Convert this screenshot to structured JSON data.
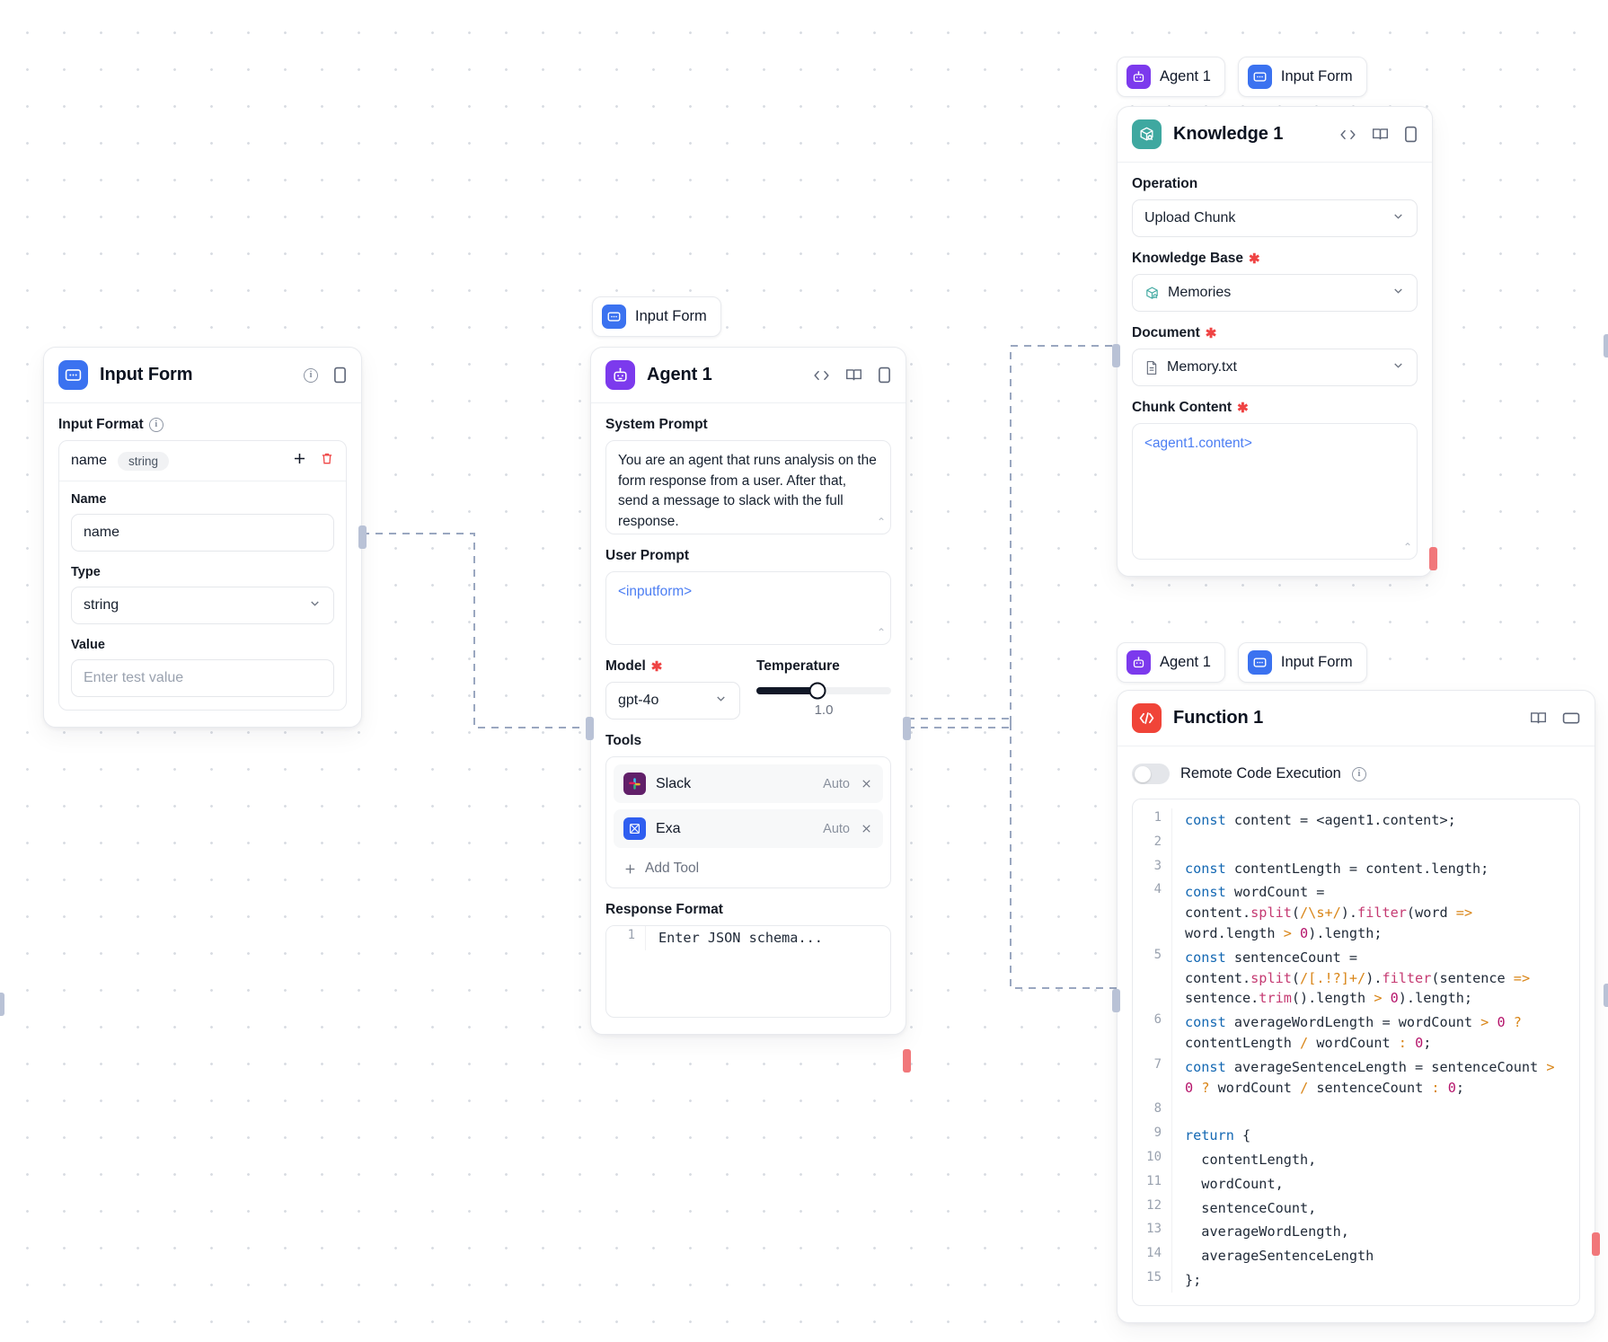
{
  "canvas": {
    "background": "#ffffff",
    "dot_color": "#d9dde3"
  },
  "nodes": {
    "input_form": {
      "title": "Input Form",
      "icon": "input-form-icon",
      "icon_color": "#3b72f0",
      "head_icons": [
        "info-icon",
        "panel-icon"
      ],
      "input_format_label": "Input Format",
      "format_key": "name",
      "format_type_pill": "string",
      "name_label": "Name",
      "name_value": "name",
      "type_label": "Type",
      "type_value": "string",
      "value_label": "Value",
      "value_placeholder": "Enter test value"
    },
    "agent": {
      "badge_label": "Input Form",
      "badge_icon": "input-form-icon",
      "title": "Agent 1",
      "icon": "agent-robot-icon",
      "icon_color": "#7c3aed",
      "head_icons": [
        "code-icon",
        "book-icon",
        "panel-icon"
      ],
      "system_prompt_label": "System Prompt",
      "system_prompt_value": "You are an agent that runs analysis on the form response from a user. After that, send a message to slack with the full response.",
      "user_prompt_label": "User Prompt",
      "user_prompt_value": "<inputform>",
      "model_label": "Model",
      "model_value": "gpt-4o",
      "temperature_label": "Temperature",
      "temperature_value": "1.0",
      "temperature_percent": 45,
      "tools_label": "Tools",
      "tools": [
        {
          "name": "Slack",
          "mode": "Auto",
          "icon": "slack-icon"
        },
        {
          "name": "Exa",
          "mode": "Auto",
          "icon": "exa-icon"
        }
      ],
      "add_tool_label": "Add Tool",
      "response_format_label": "Response Format",
      "response_format_line": "1",
      "response_format_placeholder": "Enter JSON schema..."
    },
    "knowledge": {
      "badges": [
        {
          "label": "Agent 1",
          "icon": "agent-robot-icon",
          "color": "#7c3aed"
        },
        {
          "label": "Input Form",
          "icon": "input-form-icon",
          "color": "#3b72f0"
        }
      ],
      "title": "Knowledge 1",
      "icon": "knowledge-box-icon",
      "icon_color": "#3fa8a0",
      "head_icons": [
        "code-icon",
        "book-icon",
        "panel-icon"
      ],
      "operation_label": "Operation",
      "operation_value": "Upload Chunk",
      "knowledge_base_label": "Knowledge Base",
      "knowledge_base_value": "Memories",
      "document_label": "Document",
      "document_value": "Memory.txt",
      "chunk_content_label": "Chunk Content",
      "chunk_content_value": "<agent1.content>"
    },
    "function": {
      "badges": [
        {
          "label": "Agent 1",
          "icon": "agent-robot-icon",
          "color": "#7c3aed"
        },
        {
          "label": "Input Form",
          "icon": "input-form-icon",
          "color": "#3b72f0"
        }
      ],
      "title": "Function 1",
      "icon": "function-code-icon",
      "icon_color": "#f04438",
      "head_icons": [
        "book-icon",
        "window-icon"
      ],
      "remote_label": "Remote Code Execution",
      "remote_enabled": false,
      "code_lines": [
        {
          "n": "1",
          "code": "const content = <agent1.content>;"
        },
        {
          "n": "2",
          "code": ""
        },
        {
          "n": "3",
          "code": "const contentLength = content.length;"
        },
        {
          "n": "4",
          "code": "const wordCount = content.split(/\\s+/).filter(word => word.length > 0).length;"
        },
        {
          "n": "5",
          "code": "const sentenceCount = content.split(/[.!?]+/).filter(sentence => sentence.trim().length > 0).length;"
        },
        {
          "n": "6",
          "code": "const averageWordLength = wordCount > 0 ? contentLength / wordCount : 0;"
        },
        {
          "n": "7",
          "code": "const averageSentenceLength = sentenceCount > 0 ? wordCount / sentenceCount : 0;"
        },
        {
          "n": "8",
          "code": ""
        },
        {
          "n": "9",
          "code": "return {"
        },
        {
          "n": "10",
          "code": "  contentLength,"
        },
        {
          "n": "11",
          "code": "  wordCount,"
        },
        {
          "n": "12",
          "code": "  sentenceCount,"
        },
        {
          "n": "13",
          "code": "  averageWordLength,"
        },
        {
          "n": "14",
          "code": "  averageSentenceLength"
        },
        {
          "n": "15",
          "code": "};"
        }
      ]
    }
  }
}
